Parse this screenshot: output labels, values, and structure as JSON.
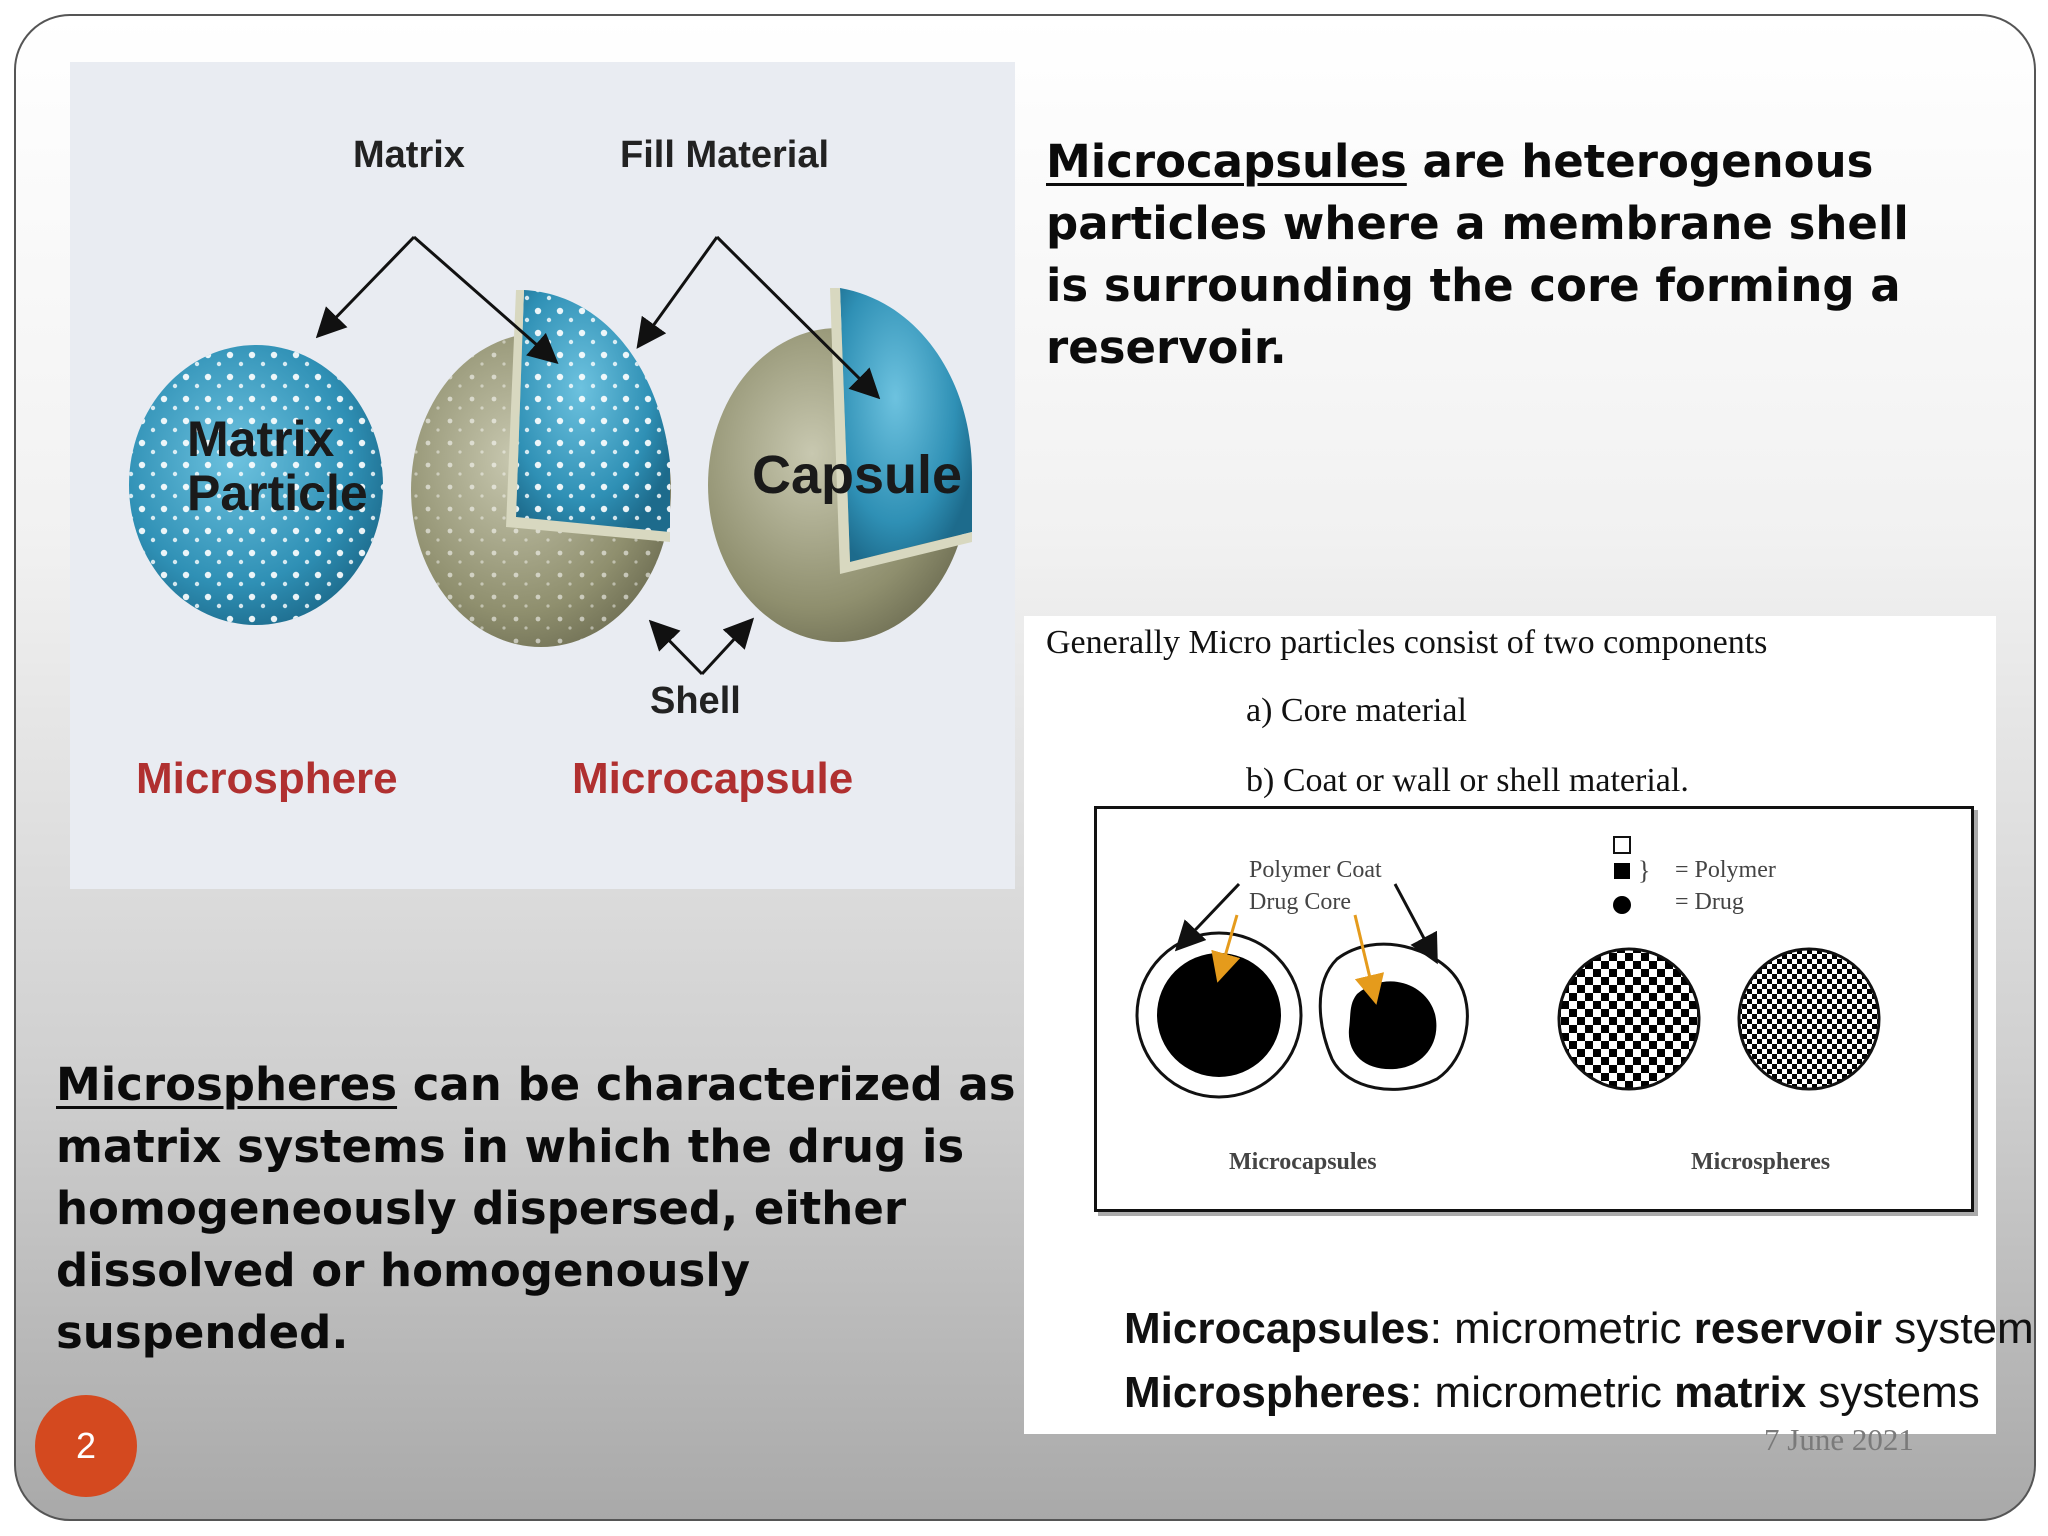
{
  "slide": {
    "page_number": "2",
    "date": "7 June 2021",
    "colors": {
      "page_badge": "#d4491f",
      "label_red": "#b03030",
      "sphere_blue": "#2f90b5",
      "shell_olive": "#8f8f6e"
    }
  },
  "diagram_left": {
    "label_matrix": "Matrix",
    "label_fill": "Fill Material",
    "label_shell": "Shell",
    "sphere1_line1": "Matrix",
    "sphere1_line2": "Particle",
    "sphere3_text": "Capsule",
    "caption_microsphere": "Microsphere",
    "caption_microcapsule": "Microcapsule"
  },
  "text_microcapsules": {
    "term": "Microcapsules",
    "rest": " are heterogenous particles where a membrane shell is surrounding the core forming a reservoir."
  },
  "text_microspheres": {
    "term": "Microspheres",
    "rest": " can be characterized as matrix systems in which the drug is homogeneously dispersed, either dissolved or homogenously suspended."
  },
  "figure_right": {
    "heading": "Generally Micro particles consist of two components",
    "item_a": "a) Core material",
    "item_b": "b) Coat or wall or shell material.",
    "label_polymer_coat": "Polymer Coat",
    "label_drug_core": "Drug Core",
    "legend_polymer": "= Polymer",
    "legend_drug": "= Drug",
    "caption_microcapsules": "Microcapsules",
    "caption_microspheres": "Microspheres",
    "summary1_term": "Microcapsules",
    "summary1_mid": ": micrometric ",
    "summary1_bold": "reservoir",
    "summary1_end": " systems",
    "summary2_term": "Microspheres",
    "summary2_mid": ": micrometric ",
    "summary2_bold": "matrix",
    "summary2_end": " systems"
  }
}
